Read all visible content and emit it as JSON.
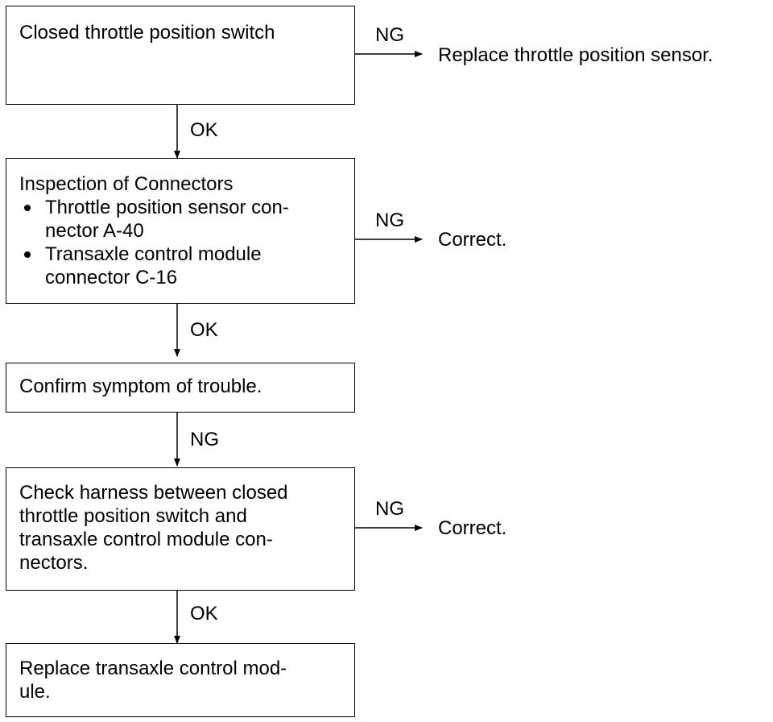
{
  "flow": {
    "steps": [
      {
        "id": "closed-throttle",
        "lines": [
          "Closed throttle position switch"
        ]
      },
      {
        "id": "inspection",
        "title": "Inspection of Connectors",
        "bullets": [
          {
            "first": "Throttle position sensor con-",
            "rest": "nector A-40"
          },
          {
            "first": "Transaxle control module",
            "rest": "connector C-16"
          }
        ]
      },
      {
        "id": "confirm",
        "lines": [
          "Confirm symptom of trouble."
        ]
      },
      {
        "id": "harness",
        "lines": [
          "Check harness between closed",
          "throttle position switch and",
          "transaxle control module con-",
          "nectors."
        ]
      },
      {
        "id": "replace-tcm",
        "lines": [
          "Replace transaxle control mod-",
          "ule."
        ]
      }
    ],
    "down_labels": [
      "OK",
      "OK",
      "NG",
      "OK"
    ],
    "side_branches": [
      {
        "label": "NG",
        "result": "Replace throttle position sensor."
      },
      {
        "label": "NG",
        "result": "Correct."
      },
      {
        "label": "NG",
        "result": "Correct."
      }
    ]
  }
}
